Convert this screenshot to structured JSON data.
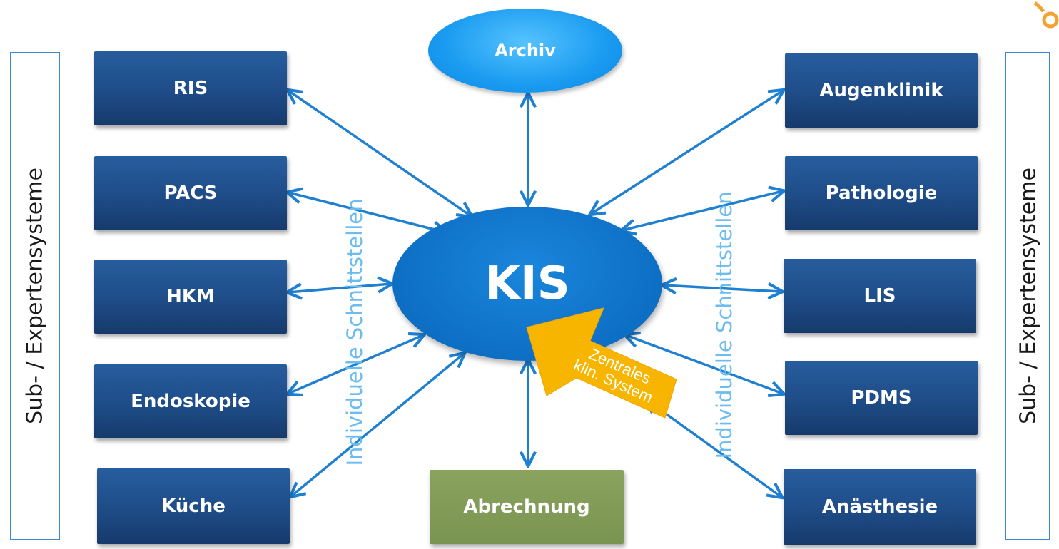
{
  "left_side_label": "Sub- / Expertensysteme",
  "right_side_label": "Sub- / Expertensysteme",
  "left_interfaces_label": "Individuelle Schnittstellen",
  "right_interfaces_label": "Individuelle Schnittstellen",
  "center": {
    "label": "KIS"
  },
  "top": {
    "label": "Archiv"
  },
  "bottom": {
    "label": "Abrechnung"
  },
  "left_systems": [
    "RIS",
    "PACS",
    "HKM",
    "Endoskopie",
    "Küche"
  ],
  "right_systems": [
    "Augenklinik",
    "Pathologie",
    "LIS",
    "PDMS",
    "Anästhesie"
  ],
  "callout": {
    "line1": "Zentrales",
    "line2": "klin. System"
  },
  "colors": {
    "box_blue": "#1e4c87",
    "archiv_blue": "#1a9bf0",
    "kis_blue": "#0d6fc4",
    "abrechnung_green": "#7a9451",
    "arrow_blue": "#1f7fd1",
    "callout_yellow": "#f7b500",
    "interface_label": "#6cbcf0"
  }
}
